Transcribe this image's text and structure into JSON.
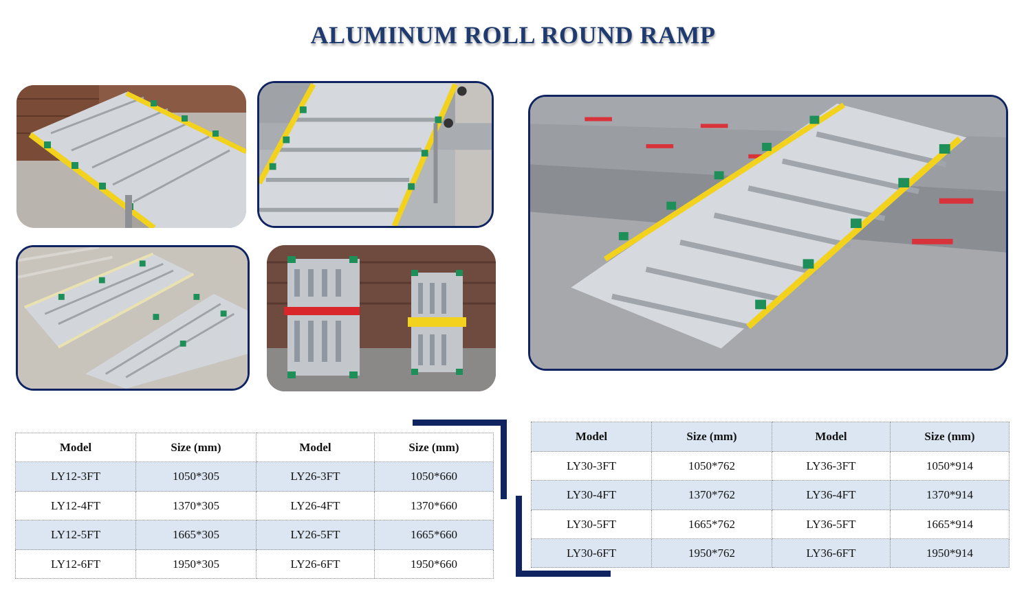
{
  "page": {
    "title": "ALUMINUM ROLL ROUND RAMP"
  },
  "colors": {
    "navy": "#0f2461",
    "shade": "#dce6f2",
    "yellow": "#f2d21c",
    "green": "#1f8f5a",
    "aluminum": "#c9ccd0"
  },
  "left_table": {
    "headers": [
      "Model",
      "Size (mm)",
      "Model",
      "Size (mm)"
    ],
    "rows": [
      [
        "LY12-3FT",
        "1050*305",
        "LY26-3FT",
        "1050*660"
      ],
      [
        "LY12-4FT",
        "1370*305",
        "LY26-4FT",
        "1370*660"
      ],
      [
        "LY12-5FT",
        "1665*305",
        "LY26-5FT",
        "1665*660"
      ],
      [
        "LY12-6FT",
        "1950*305",
        "LY26-6FT",
        "1950*660"
      ]
    ]
  },
  "right_table": {
    "headers": [
      "Model",
      "Size (mm)",
      "Model",
      "Size (mm)"
    ],
    "rows": [
      [
        "LY30-3FT",
        "1050*762",
        "LY36-3FT",
        "1050*914"
      ],
      [
        "LY30-4FT",
        "1370*762",
        "LY36-4FT",
        "1370*914"
      ],
      [
        "LY30-5FT",
        "1665*762",
        "LY36-5FT",
        "1665*914"
      ],
      [
        "LY30-6FT",
        "1950*762",
        "LY36-6FT",
        "1950*914"
      ]
    ]
  }
}
